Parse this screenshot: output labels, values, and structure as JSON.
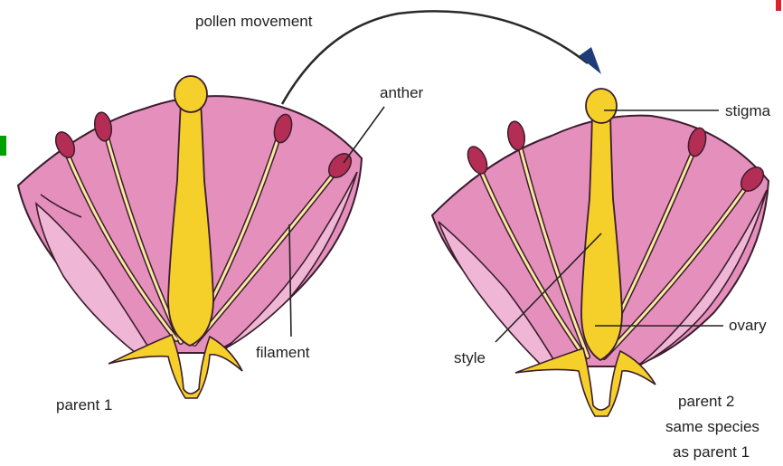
{
  "labels": {
    "pollen_movement": "pollen movement",
    "anther": "anther",
    "filament": "filament",
    "parent1": "parent 1",
    "stigma": "stigma",
    "style": "style",
    "ovary": "ovary",
    "parent2_line1": "parent 2",
    "parent2_line2": "same species",
    "parent2_line3": "as parent 1"
  },
  "colors": {
    "petal_outer": "#e58fbd",
    "petal_inner": "#f0b6d6",
    "petal_edge": "#3b1d2c",
    "carpel": "#f5cf2a",
    "anther": "#b32d55",
    "filament": "#f6eaa0",
    "green_mark": "#00a000",
    "red_mark": "#e0202a"
  }
}
